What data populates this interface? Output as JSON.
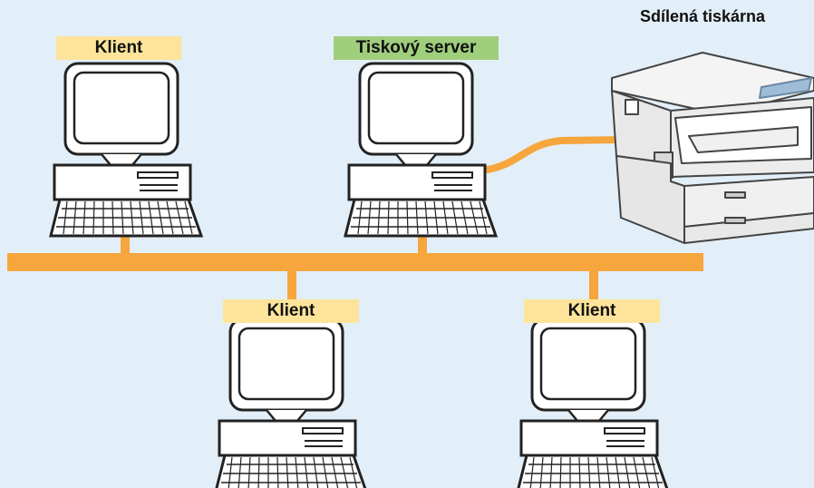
{
  "labels": {
    "printer_caption": "Sdílená tiskárna",
    "client_top": "Klient",
    "server": "Tiskový server",
    "client_bottom_left": "Klient",
    "client_bottom_right": "Klient"
  },
  "colors": {
    "background": "#e3eff8",
    "network_line": "#f7a53d",
    "client_label": "#fde49a",
    "server_label": "#9fce7d"
  }
}
